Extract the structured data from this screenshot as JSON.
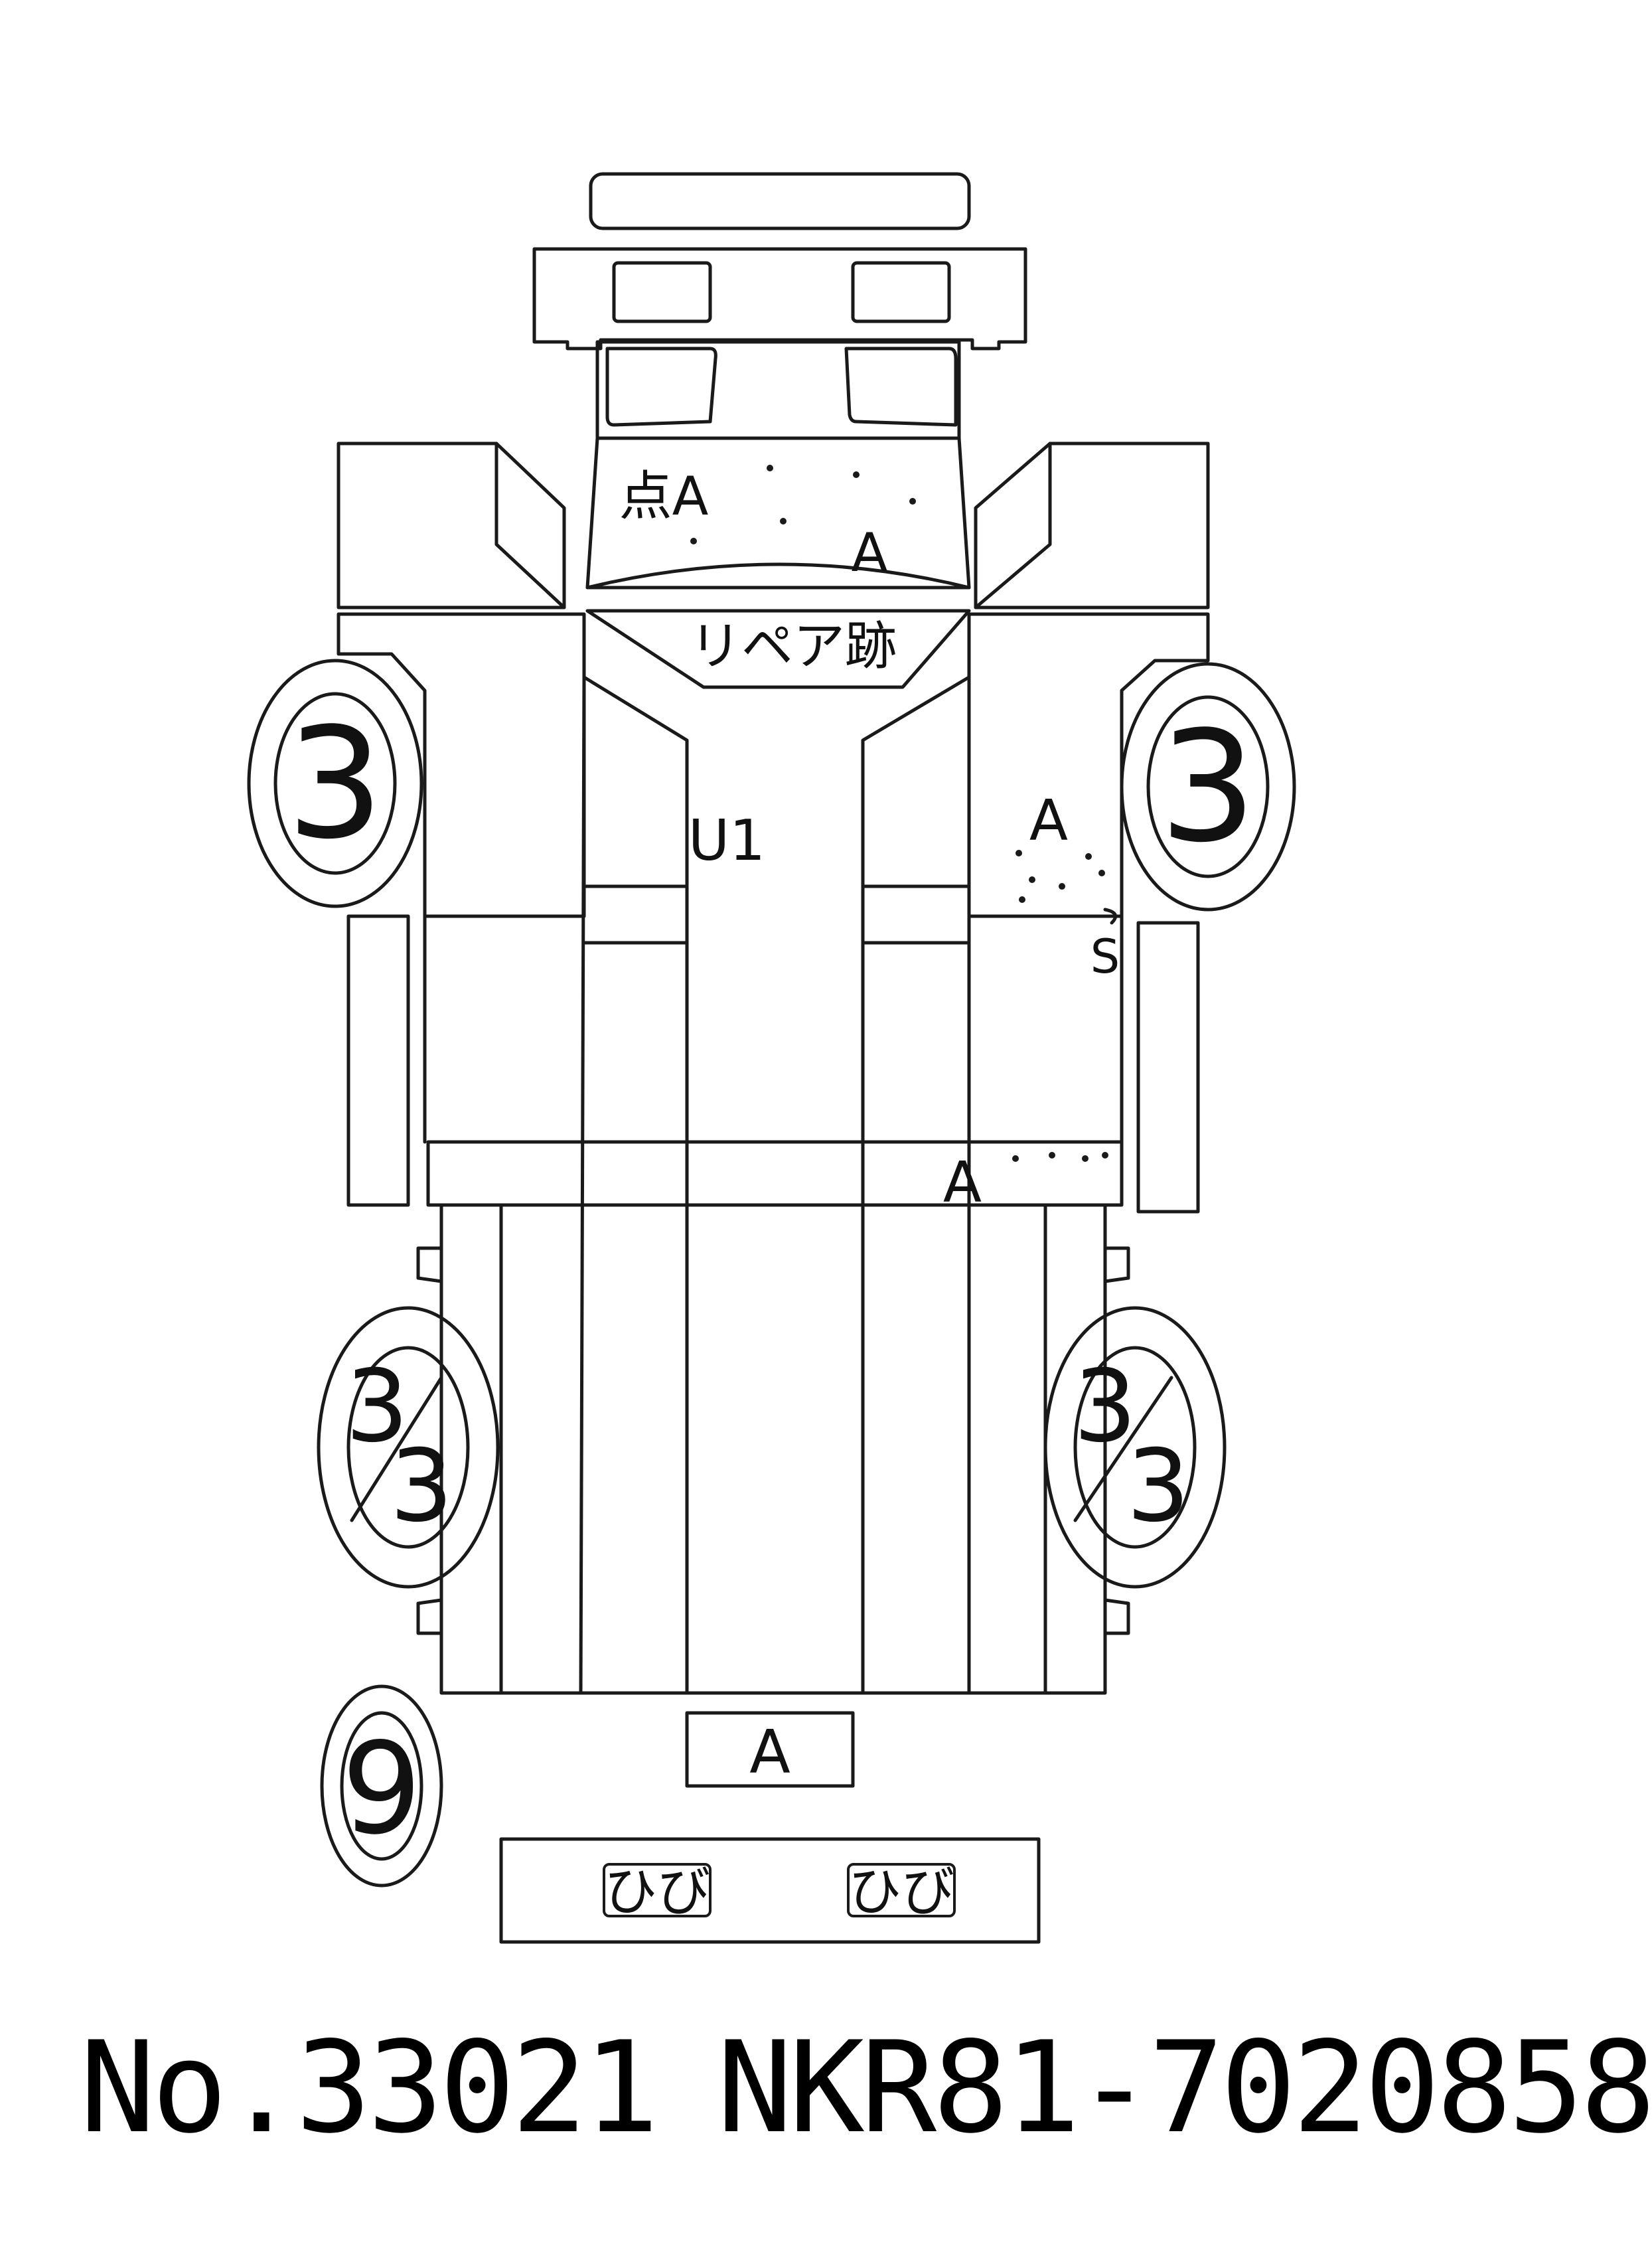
{
  "marks": {
    "hood_mark": "点A",
    "windshield_mark": "A",
    "roof_mark": "リペア跡",
    "cab_mark": "U1",
    "right_door_mark": "A",
    "right_step_mark": "S",
    "rear_cross_mark": "A",
    "tailgate_mark": "A",
    "bumper_mark_left": "ひび",
    "bumper_mark_right": "ひび"
  },
  "tires": {
    "front_left": "3",
    "front_right": "3",
    "rear_left_top": "3",
    "rear_left_bottom": "3",
    "rear_right_top": "3",
    "rear_right_bottom": "3",
    "spare": "9"
  },
  "footer": {
    "number": "No.33021",
    "chassis": "NKR81-7020858"
  }
}
